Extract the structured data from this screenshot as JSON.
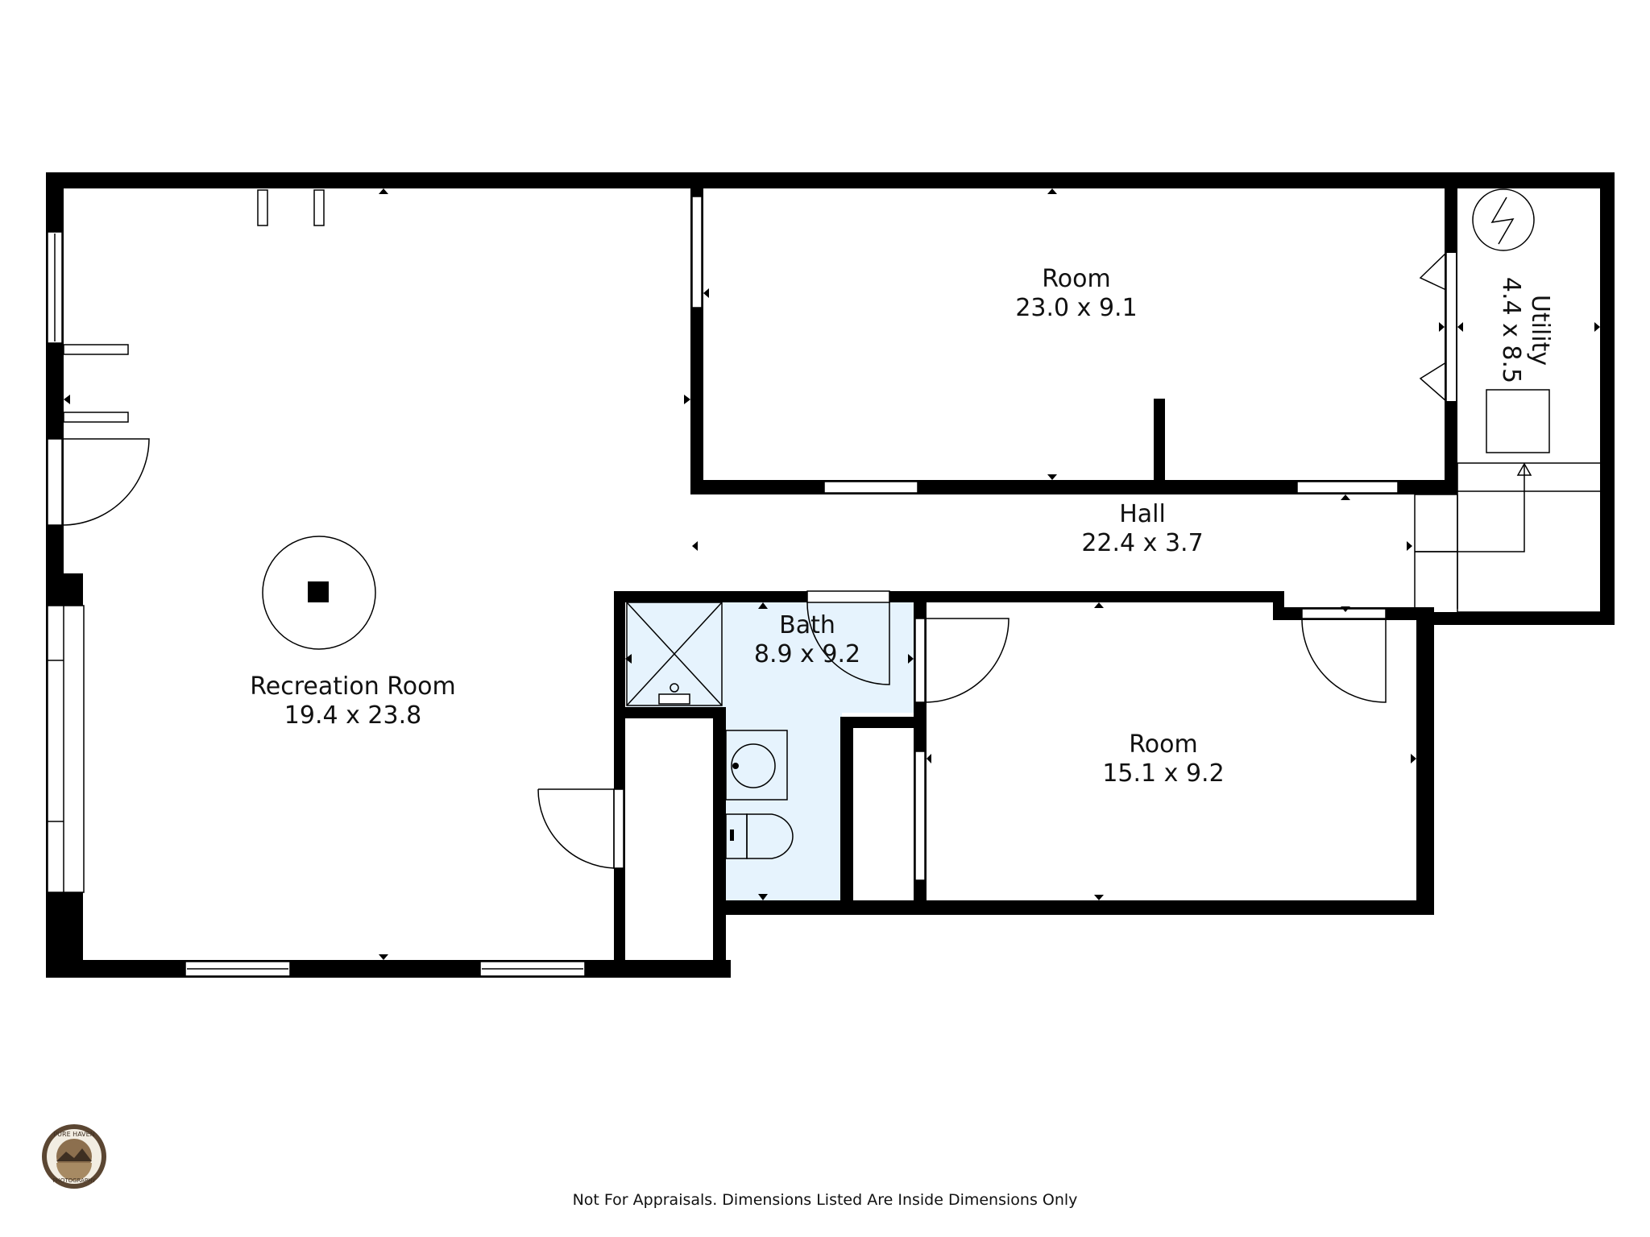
{
  "rooms": {
    "recreation": {
      "name": "Recreation Room",
      "dims": "19.4 x 23.8"
    },
    "room_top": {
      "name": "Room",
      "dims": "23.0 x 9.1"
    },
    "utility": {
      "name": "Utility",
      "dims": "4.4 x 8.5"
    },
    "hall": {
      "name": "Hall",
      "dims": "22.4 x 3.7"
    },
    "bath": {
      "name": "Bath",
      "dims": "8.9 x 9.2"
    },
    "room_bottom": {
      "name": "Room",
      "dims": "15.1 x 9.2"
    }
  },
  "footer": {
    "disclaimer": "Not For Appraisals. Dimensions Listed Are Inside Dimensions Only"
  },
  "logo": {
    "top_text": "PURE HAVEN",
    "bottom_text": "PHOTOGRAPHY"
  },
  "colors": {
    "wall": "#000000",
    "bath_fill": "#e6f3fd",
    "background": "#ffffff"
  }
}
